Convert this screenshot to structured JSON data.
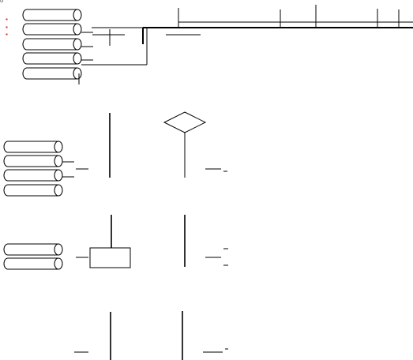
{
  "diagram": {
    "corner_label": "o",
    "colors": {
      "stroke": "#000000",
      "red_dot": "#cc3322",
      "background": "#ffffff"
    },
    "groups": [
      {
        "name": "top-group",
        "cylinders": 5
      },
      {
        "name": "second-group",
        "cylinders": 4
      },
      {
        "name": "third-group",
        "cylinders": 2
      },
      {
        "name": "fourth-group",
        "cylinders": 0
      }
    ],
    "shapes": [
      "decision-diamond",
      "process-box"
    ]
  }
}
